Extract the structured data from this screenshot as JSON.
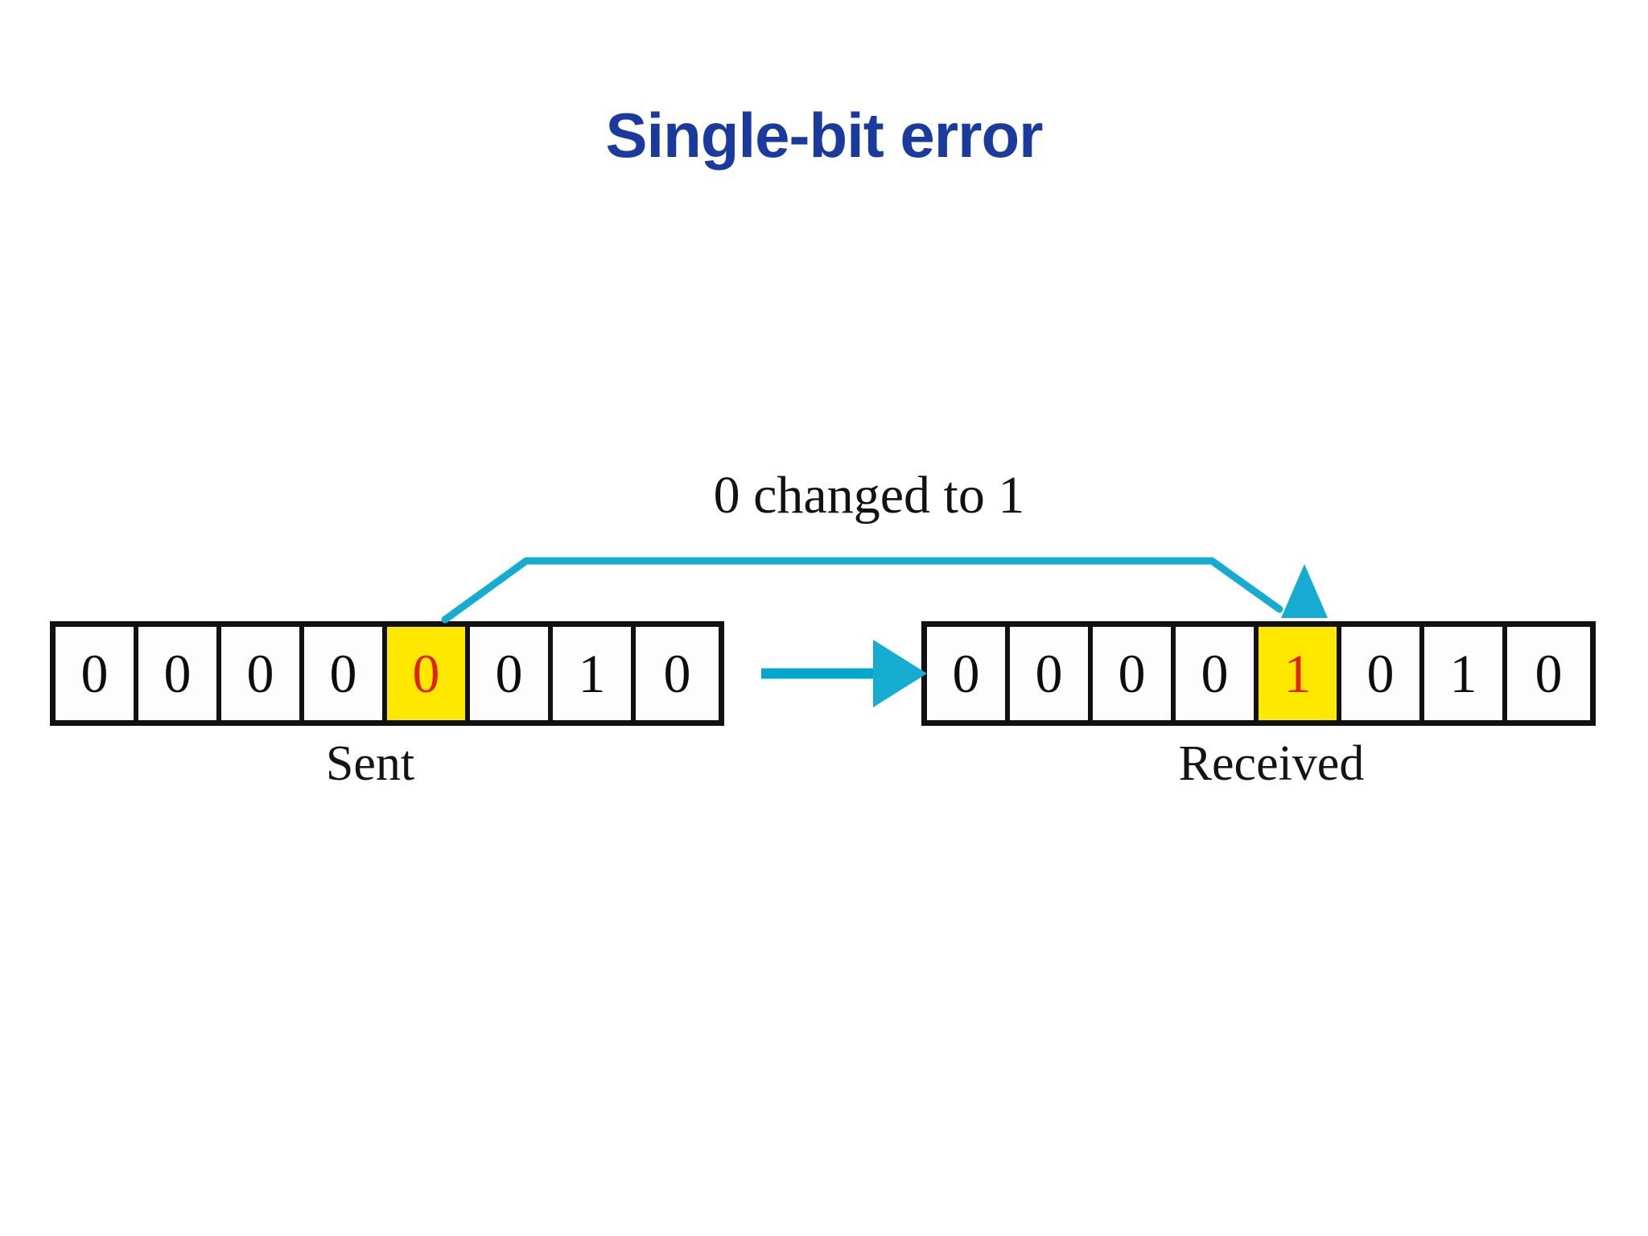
{
  "slide": {
    "title": "Single-bit error",
    "background_color": "#FFFFFF",
    "title_color": "#1A3A9E"
  },
  "diagram": {
    "caption": "0 changed to 1",
    "highlight_color": "#FFE800",
    "error_bit_color": "#E02200",
    "arrow_color": "#00B0D0",
    "cell_border_color": "#111111",
    "sent": {
      "label": "Sent",
      "bits": [
        {
          "value": "0",
          "flipped": false
        },
        {
          "value": "0",
          "flipped": false
        },
        {
          "value": "0",
          "flipped": false
        },
        {
          "value": "0",
          "flipped": false
        },
        {
          "value": "0",
          "flipped": true
        },
        {
          "value": "0",
          "flipped": false
        },
        {
          "value": "1",
          "flipped": false
        },
        {
          "value": "0",
          "flipped": false
        }
      ]
    },
    "received": {
      "label": "Received",
      "bits": [
        {
          "value": "0",
          "flipped": false
        },
        {
          "value": "0",
          "flipped": false
        },
        {
          "value": "0",
          "flipped": false
        },
        {
          "value": "0",
          "flipped": false
        },
        {
          "value": "1",
          "flipped": true
        },
        {
          "value": "0",
          "flipped": false
        },
        {
          "value": "1",
          "flipped": false
        },
        {
          "value": "0",
          "flipped": false
        }
      ]
    },
    "icons": {
      "transmission_arrow": "right-arrow-icon",
      "error_pointer_arrow": "curved-down-arrow-icon"
    }
  }
}
